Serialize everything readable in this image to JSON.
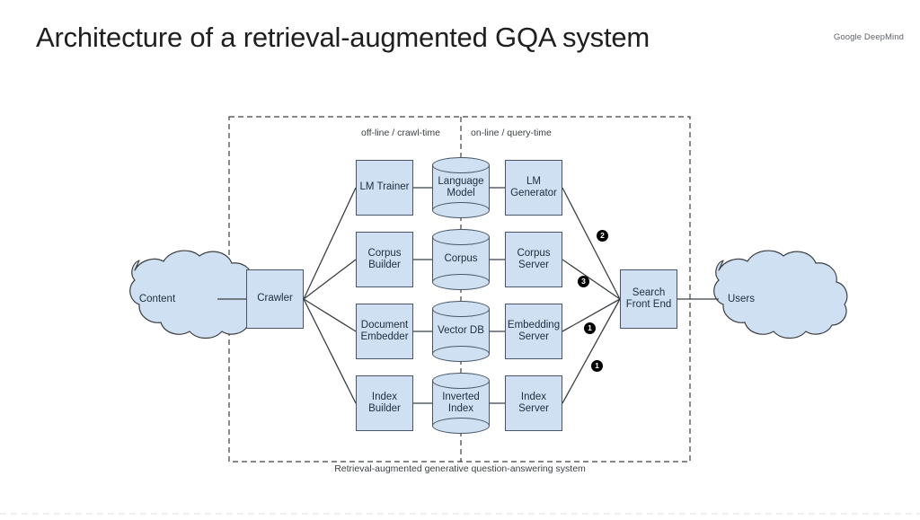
{
  "header": {
    "title": "Architecture of a retrieval-augmented GQA system",
    "brand": "Google DeepMind"
  },
  "diagram": {
    "caption": "Retrieval-augmented generative question-answering system",
    "phases": [
      {
        "label": "off-line / crawl-time"
      },
      {
        "label": "on-line / query-time"
      }
    ],
    "clouds": [
      {
        "name": "content-cloud",
        "label": "Content"
      },
      {
        "name": "users-cloud",
        "label": "Users"
      }
    ],
    "ingest": {
      "label": "Crawler"
    },
    "frontend": {
      "label": "Search\nFront End"
    },
    "pipelines": [
      {
        "builder": "LM Trainer",
        "store": "Language\nModel",
        "server": "LM\nGenerator"
      },
      {
        "builder": "Corpus\nBuilder",
        "store": "Corpus",
        "server": "Corpus\nServer"
      },
      {
        "builder": "Document\nEmbedder",
        "store": "Vector DB",
        "server": "Embedding\nServer"
      },
      {
        "builder": "Index\nBuilder",
        "store": "Inverted\nIndex",
        "server": "Index\nServer"
      }
    ],
    "steps": [
      {
        "name": "step-badge-2",
        "label": "2"
      },
      {
        "name": "step-badge-3",
        "label": "3"
      },
      {
        "name": "step-badge-1a",
        "label": "1"
      },
      {
        "name": "step-badge-1b",
        "label": "1"
      }
    ],
    "colors": {
      "node_fill": "#cfe0f3",
      "node_stroke": "#4a5568",
      "connector": "#3c4043",
      "badge": "#000000"
    }
  }
}
